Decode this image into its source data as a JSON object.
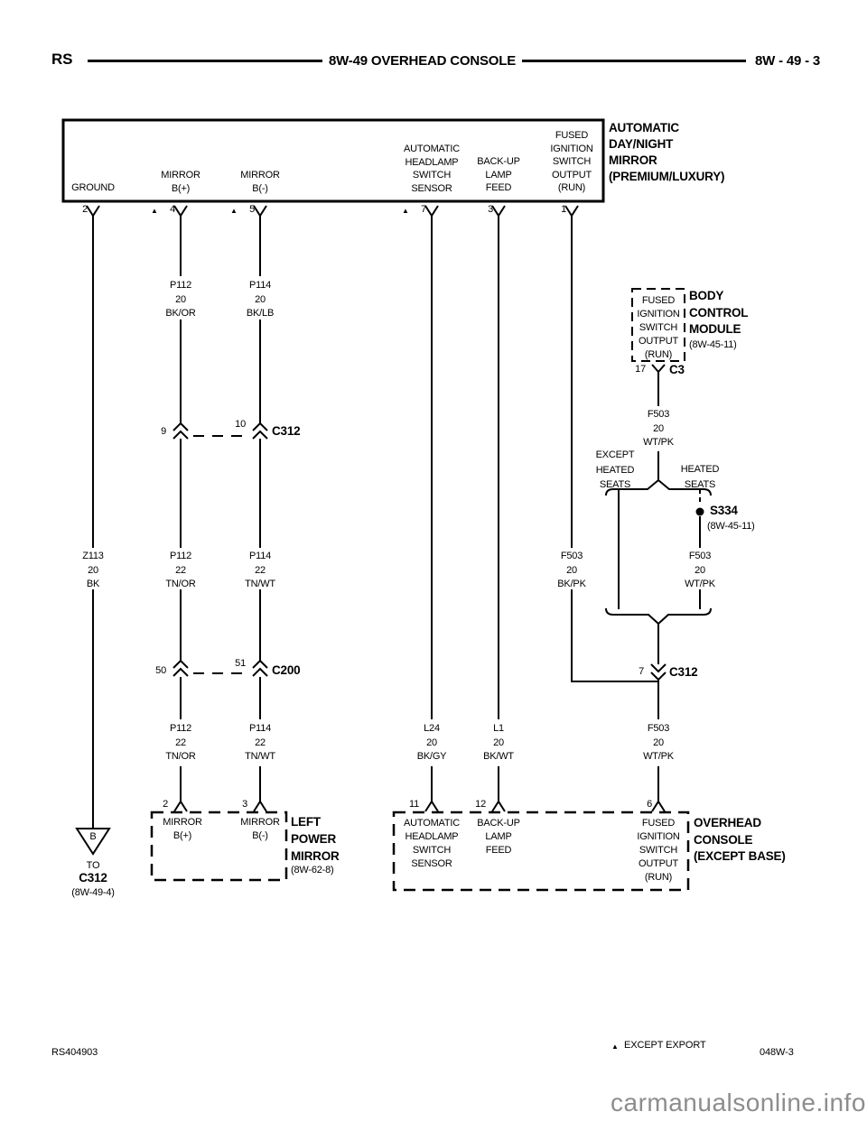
{
  "header": {
    "model_code": "RS",
    "title": "8W-49 OVERHEAD CONSOLE",
    "page_ref": "8W - 49 - 3"
  },
  "symbols": {
    "export_marker": "▲"
  },
  "mirror_box": {
    "title": "AUTOMATIC\nDAY/NIGHT\nMIRROR\n(PREMIUM/LUXURY)",
    "pins": [
      {
        "number": "2",
        "label": "GROUND"
      },
      {
        "number": "4",
        "label": "MIRROR\nB(+)"
      },
      {
        "number": "5",
        "label": "MIRROR\nB(-)"
      },
      {
        "number": "7",
        "label": "AUTOMATIC\nHEADLAMP\nSWITCH\nSENSOR"
      },
      {
        "number": "3",
        "label": "BACK-UP\nLAMP\nFEED"
      },
      {
        "number": "1",
        "label": "FUSED\nIGNITION\nSWITCH\nOUTPUT\n(RUN)"
      }
    ]
  },
  "wire_labels": {
    "p112_upper": "P112\n20\nBK/OR",
    "p114_upper": "P114\n20\nBK/LB",
    "f503_bcm": "F503\n20\nWT/PK",
    "z113": "Z113\n20\nBK",
    "p112_mid": "P112\n22\nTN/OR",
    "p114_mid": "P114\n22\nTN/WT",
    "f503_bkpk": "F503\n20\nBK/PK",
    "f503_heated": "F503\n20\nWT/PK",
    "p112_lower": "P112\n22\nTN/OR",
    "p114_lower": "P114\n22\nTN/WT",
    "l24": "L24\n20\nBK/GY",
    "l1": "L1\n20\nBK/WT",
    "f503_console": "F503\n20\nWT/PK"
  },
  "connectors": {
    "c312_upper": {
      "name": "C312",
      "left_pin": "9",
      "right_pin": "10"
    },
    "c200": {
      "name": "C200",
      "left_pin": "50",
      "right_pin": "51"
    },
    "c3": {
      "name": "C3",
      "pin": "17"
    },
    "c312_lower": {
      "name": "C312",
      "pin": "7"
    }
  },
  "bcm": {
    "pin_label": "FUSED\nIGNITION\nSWITCH\nOUTPUT\n(RUN)",
    "title": "BODY\nCONTROL\nMODULE",
    "ref": "(8W-45-11)"
  },
  "branches": {
    "left": "EXCEPT\nHEATED\nSEATS",
    "right": "HEATED\nSEATS"
  },
  "splice": {
    "name": "S334",
    "ref": "(8W-45-11)"
  },
  "ground_ref": {
    "letter": "B",
    "to": "TO",
    "connector": "C312",
    "ref": "(8W-49-4)"
  },
  "left_mirror_box": {
    "title": "LEFT\nPOWER\nMIRROR",
    "ref": "(8W-62-8)",
    "pins": [
      {
        "number": "2",
        "label": "MIRROR\nB(+)"
      },
      {
        "number": "3",
        "label": "MIRROR\nB(-)"
      }
    ]
  },
  "console_box": {
    "title": "OVERHEAD\nCONSOLE\n(EXCEPT BASE)",
    "pins": [
      {
        "number": "11",
        "label": "AUTOMATIC\nHEADLAMP\nSWITCH\nSENSOR"
      },
      {
        "number": "12",
        "label": "BACK-UP\nLAMP\nFEED"
      },
      {
        "number": "6",
        "label": "FUSED\nIGNITION\nSWITCH\nOUTPUT\n(RUN)"
      }
    ]
  },
  "footer": {
    "doc_code": "RS404903",
    "export_note": "EXCEPT EXPORT",
    "sheet_code": "048W-3"
  },
  "watermark": "carmanualsonline.info"
}
